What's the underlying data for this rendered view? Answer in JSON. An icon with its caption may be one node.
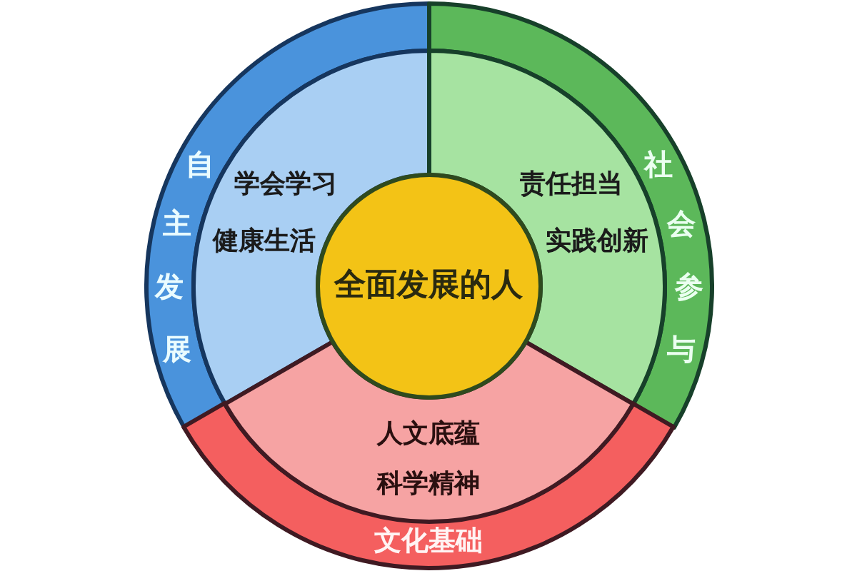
{
  "diagram": {
    "nodes": [
      {
        "text": [
          "自主发展"
        ]
      },
      {
        "text": [
          "学会学习",
          "健康生活"
        ]
      },
      {
        "text": [
          "社会参与"
        ]
      },
      {
        "text": [
          "责任担当",
          "实践创新"
        ]
      },
      {
        "text": [
          "全面发展的人"
        ]
      },
      {
        "text": [
          "文化基础"
        ]
      },
      {
        "text": [
          "人文底蕴",
          "科学精神"
        ]
      }
    ]
  }
}
